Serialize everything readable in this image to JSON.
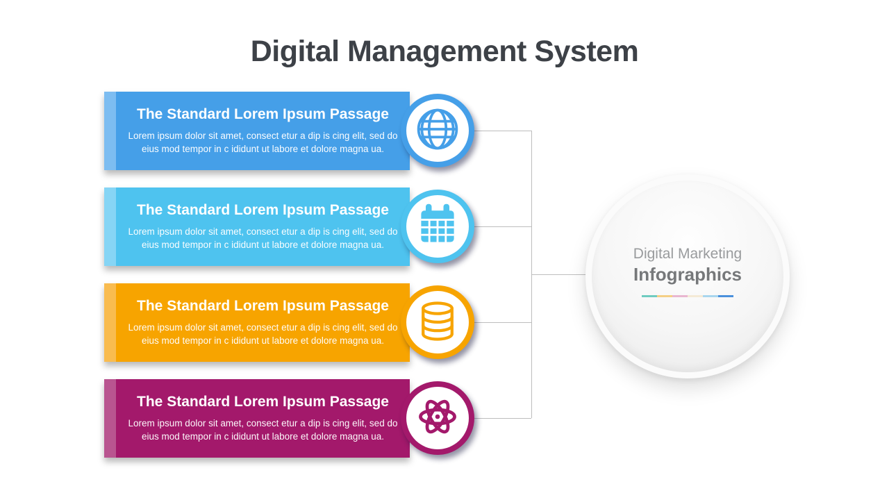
{
  "slide_title": "Digital Management System",
  "cards": [
    {
      "title": "The Standard Lorem Ipsum Passage",
      "body": "Lorem ipsum dolor sit amet, consect etur a dip is cing elit, sed do eius mod tempor in c ididunt ut labore et dolore magna ua.",
      "icon": "globe-icon",
      "color": "#459fe8",
      "strip_color": "#7dbdf1"
    },
    {
      "title": "The Standard Lorem Ipsum Passage",
      "body": "Lorem ipsum dolor sit amet, consect etur a dip is cing elit, sed do eius mod tempor in c ididunt ut labore et dolore magna ua.",
      "icon": "calendar-icon",
      "color": "#4ec3ef",
      "strip_color": "#86d5f5"
    },
    {
      "title": "The Standard Lorem Ipsum Passage",
      "body": "Lorem ipsum dolor sit amet, consect etur a dip is cing elit, sed do eius mod tempor in c ididunt ut labore et dolore magna ua.",
      "icon": "database-icon",
      "color": "#f7a400",
      "strip_color": "#f9bc50"
    },
    {
      "title": "The Standard Lorem Ipsum Passage",
      "body": "Lorem ipsum dolor sit amet, consect etur a dip is cing elit, sed do eius mod tempor in c ididunt ut labore et dolore magna ua.",
      "icon": "atom-icon",
      "color": "#a3196b",
      "strip_color": "#b95590"
    }
  ],
  "center_circle": {
    "title": "Digital Marketing",
    "subtitle": "Infographics",
    "divider_colors": [
      "#6fccc0",
      "#f4cf86",
      "#e9b7d0",
      "#f4ead6",
      "#a9d6ee",
      "#4a90dc"
    ]
  },
  "colors": {
    "title_text": "#3d4147",
    "connector": "#bdbdbd",
    "background": "#ffffff"
  }
}
